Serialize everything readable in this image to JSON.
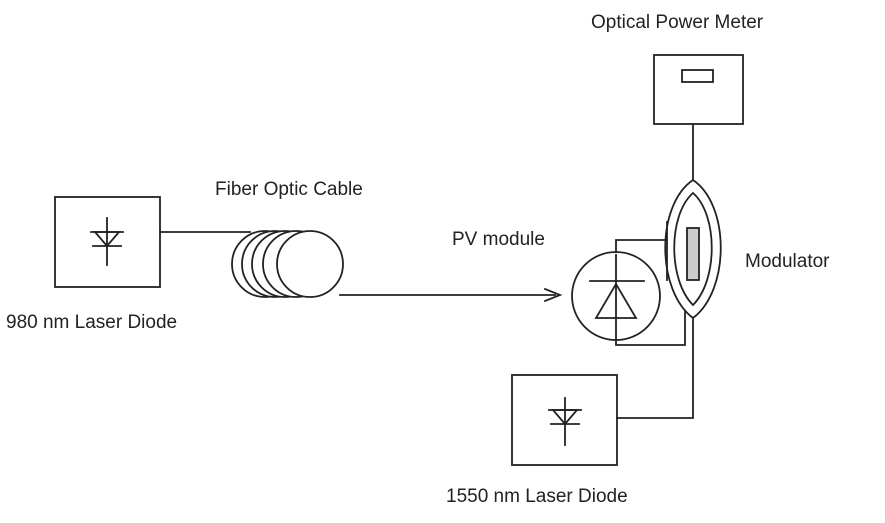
{
  "labels": {
    "optical_power_meter": "Optical Power Meter",
    "fiber_optic_cable": "Fiber Optic Cable",
    "pv_module": "PV module",
    "modulator": "Modulator",
    "laser_980": "980 nm Laser Diode",
    "laser_1550": "1550 nm Laser Diode"
  },
  "colors": {
    "stroke": "#222222",
    "modulator_element": "#cccccc",
    "background": "#ffffff"
  }
}
